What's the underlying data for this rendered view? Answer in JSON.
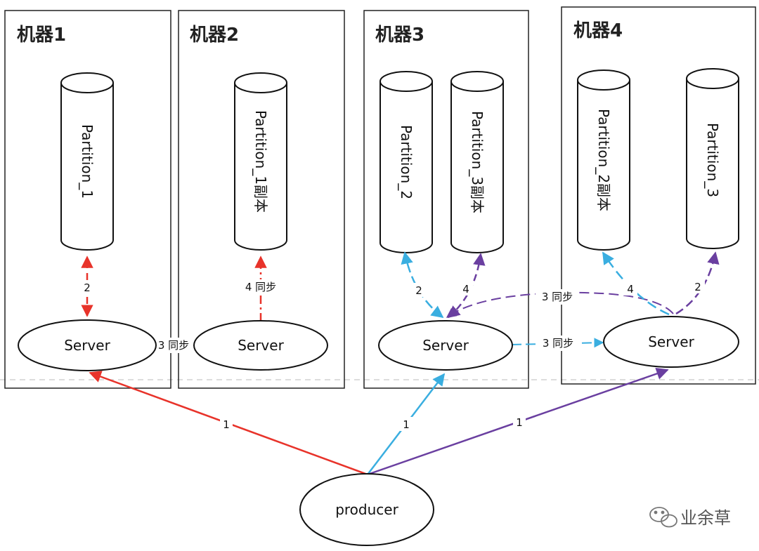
{
  "machines": [
    {
      "title": "机器1"
    },
    {
      "title": "机器2"
    },
    {
      "title": "机器3"
    },
    {
      "title": "机器4"
    }
  ],
  "partitions": [
    {
      "label": "Partition_1"
    },
    {
      "label": "Partition_1副本"
    },
    {
      "label": "Partition_2"
    },
    {
      "label": "Partition_3副本"
    },
    {
      "label": "Partition_2副本"
    },
    {
      "label": "Partition_3"
    }
  ],
  "servers": [
    {
      "label": "Server"
    },
    {
      "label": "Server"
    },
    {
      "label": "Server"
    },
    {
      "label": "Server"
    }
  ],
  "producer": {
    "label": "producer"
  },
  "edge_labels": {
    "m1_step": "2",
    "m1_to_m2_sync": "3 同步",
    "m2_step": "4 同步",
    "m3_p2_step": "2",
    "m3_p3copy_step": "4",
    "m4_to_m3_sync": "3 同步",
    "m3_to_m4_sync": "3 同步",
    "m4_p2copy_step": "4",
    "m4_p3_step": "2",
    "prod_m1": "1",
    "prod_m3": "1",
    "prod_m4": "1"
  },
  "colors": {
    "red": "#e8332a",
    "blue": "#3aaee0",
    "purple": "#6a3fa0"
  },
  "watermark": {
    "text": "业余草",
    "icon": "wechat-icon"
  }
}
